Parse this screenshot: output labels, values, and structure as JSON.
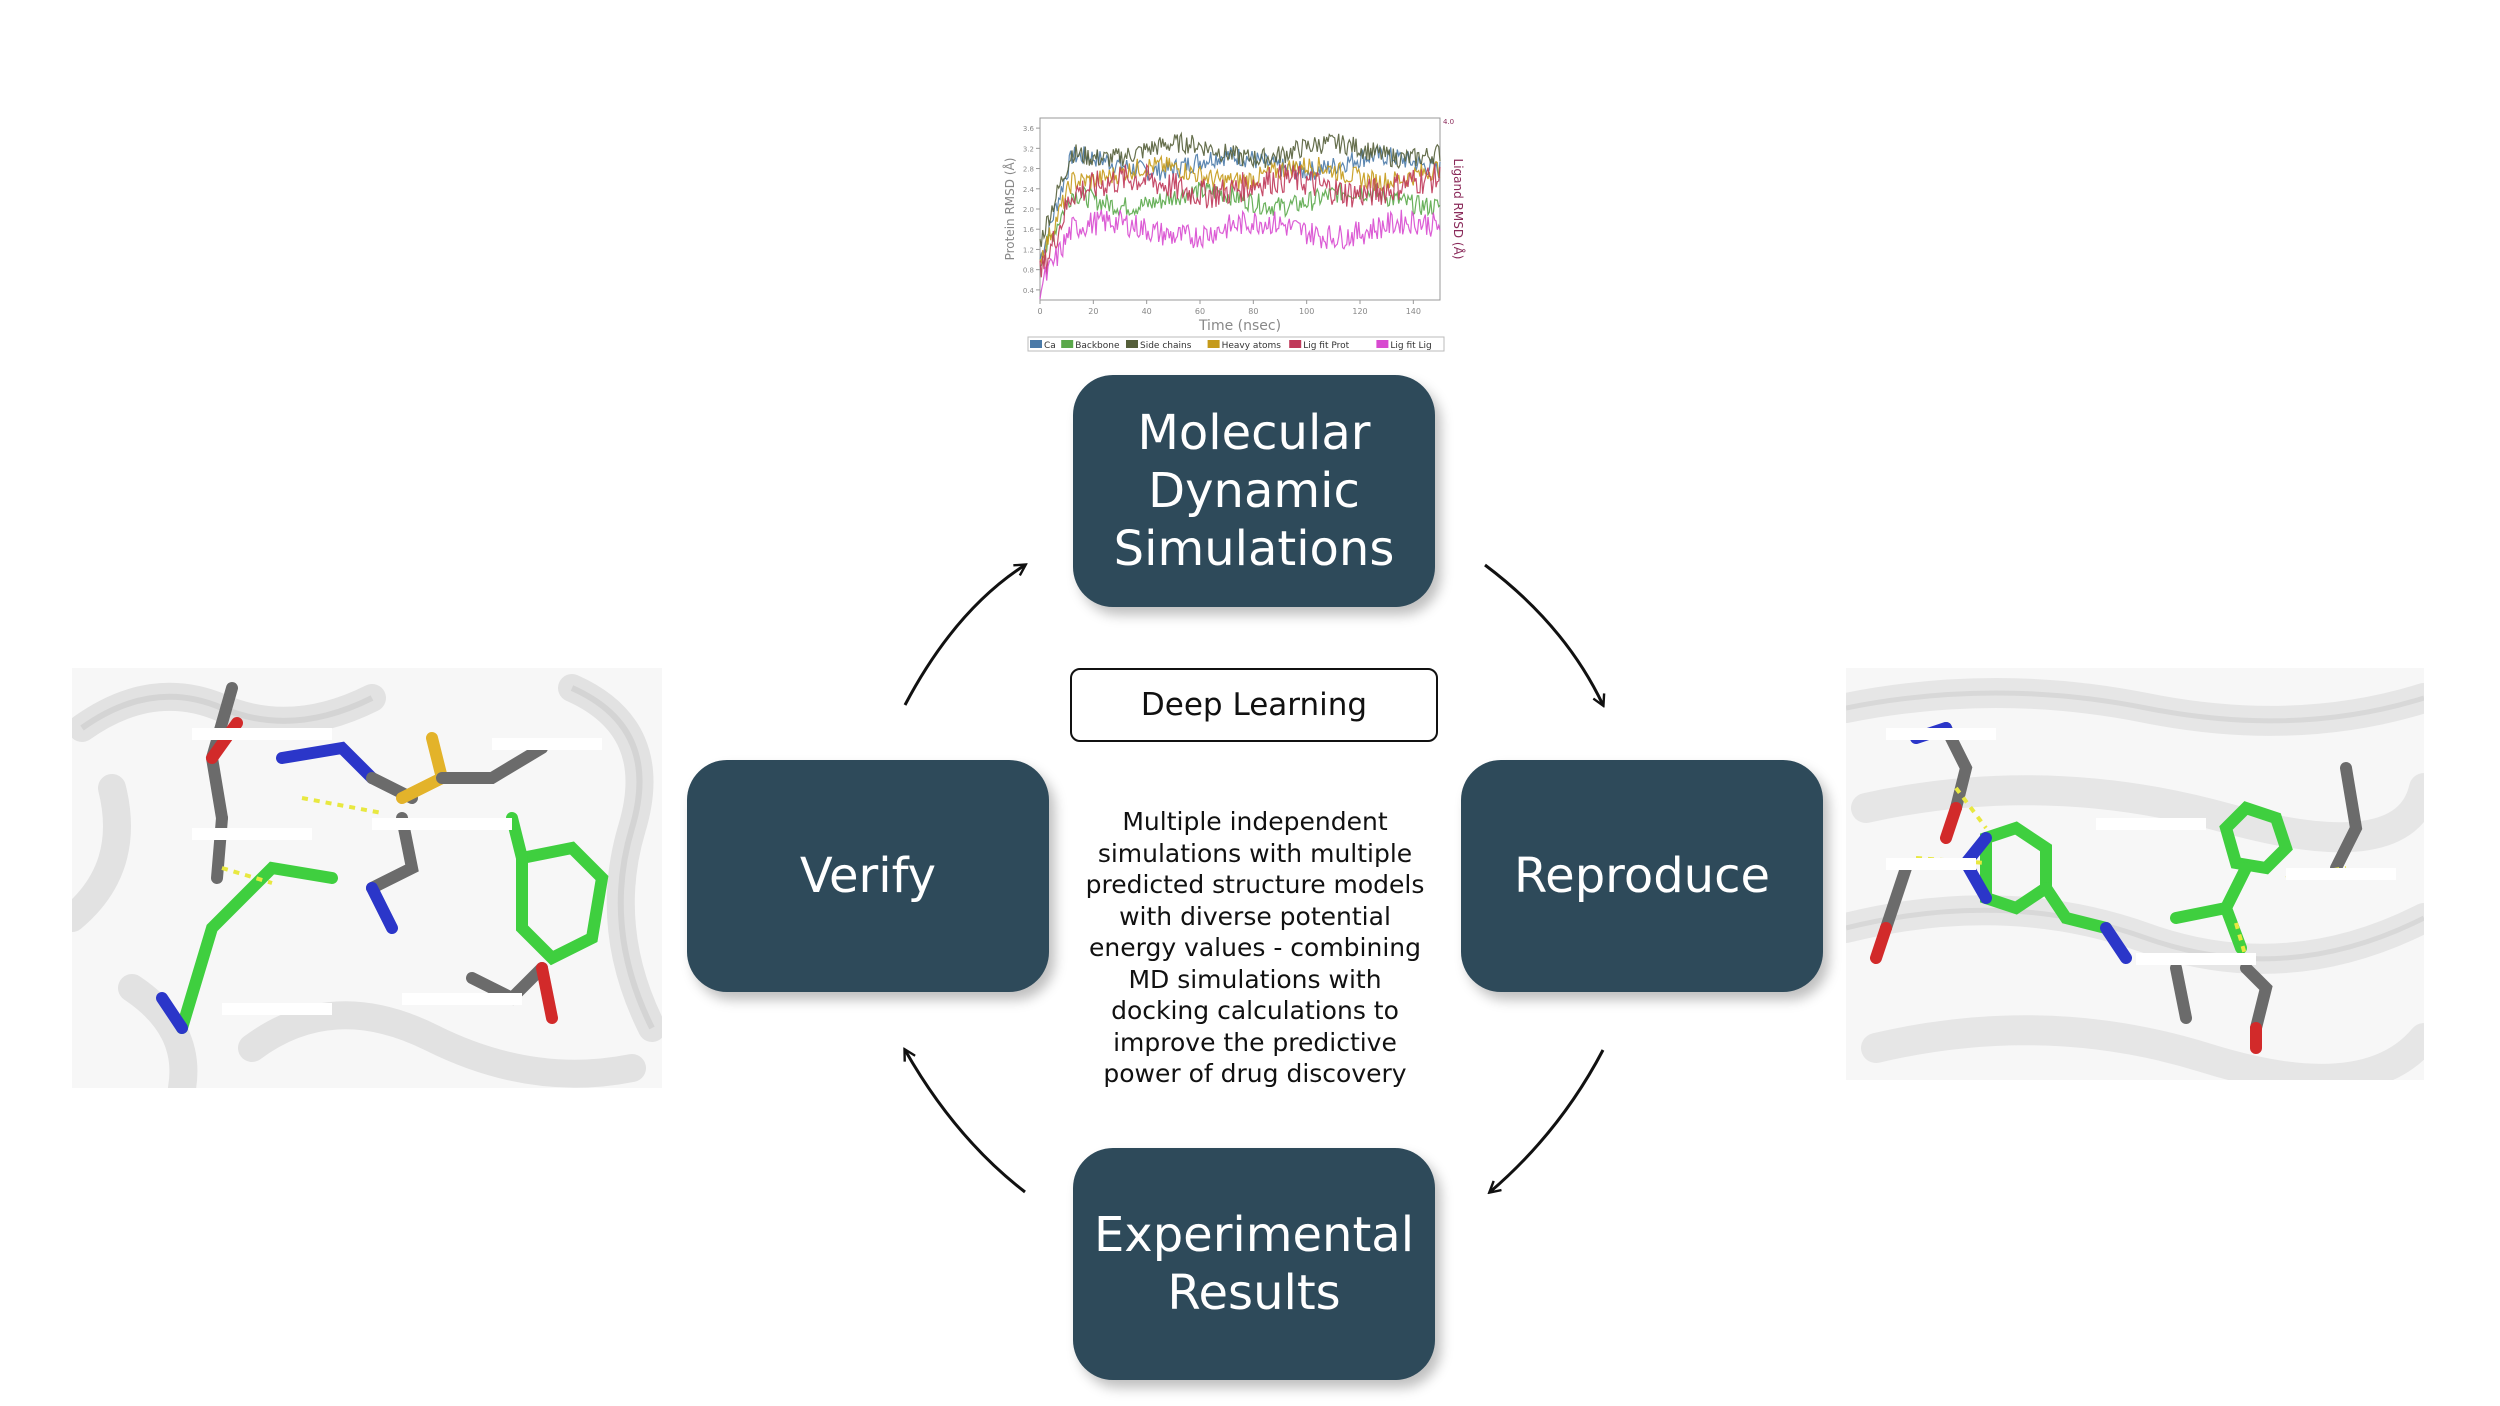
{
  "nodes": {
    "md": "Molecular\nDynamic\nSimulations",
    "verify": "Verify",
    "reproduce": "Reproduce",
    "experimental": "Experimental\nResults"
  },
  "center": {
    "label": "Deep Learning",
    "description": "Multiple independent simulations with multiple predicted structure models with diverse potential energy values - combining MD simulations with docking calculations to improve the predictive power of drug discovery"
  },
  "colors": {
    "node_fill": "#2e4a5a",
    "node_text": "#ffffff",
    "arrow": "#111111",
    "ligand": "#3fcf3f",
    "nitrogen": "#2b36c9",
    "oxygen": "#d22a2a",
    "carbon": "#6b6b6b",
    "sulfur": "#e3b32a",
    "hbond": "#e8e840"
  },
  "chart_data": {
    "type": "line",
    "title": "",
    "xlabel": "Time (nsec)",
    "ylabel": "Protein RMSD (Å)",
    "y2label": "Ligand RMSD (Å)",
    "xlim": [
      0,
      150
    ],
    "ylim": [
      0.2,
      3.8
    ],
    "y2lim": [
      0,
      4.0
    ],
    "x_ticks": [
      "0",
      "20",
      "40",
      "60",
      "80",
      "100",
      "120",
      "140"
    ],
    "y_ticks": [
      "0.4",
      "0.8",
      "1.2",
      "1.6",
      "2.0",
      "2.4",
      "2.8",
      "3.2",
      "3.6"
    ],
    "y2_ticks": [
      "4.0"
    ],
    "legend_position": "bottom",
    "series": [
      {
        "name": "Ca",
        "color": "#4a7aa8",
        "baseline": 2.9,
        "noise": 0.2,
        "start": 1.0
      },
      {
        "name": "Backbone",
        "color": "#5aa84a",
        "baseline": 2.2,
        "noise": 0.2,
        "start": 0.8
      },
      {
        "name": "Side chains",
        "color": "#555f3a",
        "baseline": 3.15,
        "noise": 0.2,
        "start": 1.2
      },
      {
        "name": "Heavy atoms",
        "color": "#c59a1a",
        "baseline": 2.7,
        "noise": 0.2,
        "start": 1.0
      },
      {
        "name": "Lig fit Prot",
        "color": "#c0395a",
        "baseline": 2.45,
        "noise": 0.3,
        "start": 0.8
      },
      {
        "name": "Lig fit Lig",
        "color": "#d84ad0",
        "baseline": 1.6,
        "noise": 0.25,
        "start": 0.6
      }
    ]
  }
}
